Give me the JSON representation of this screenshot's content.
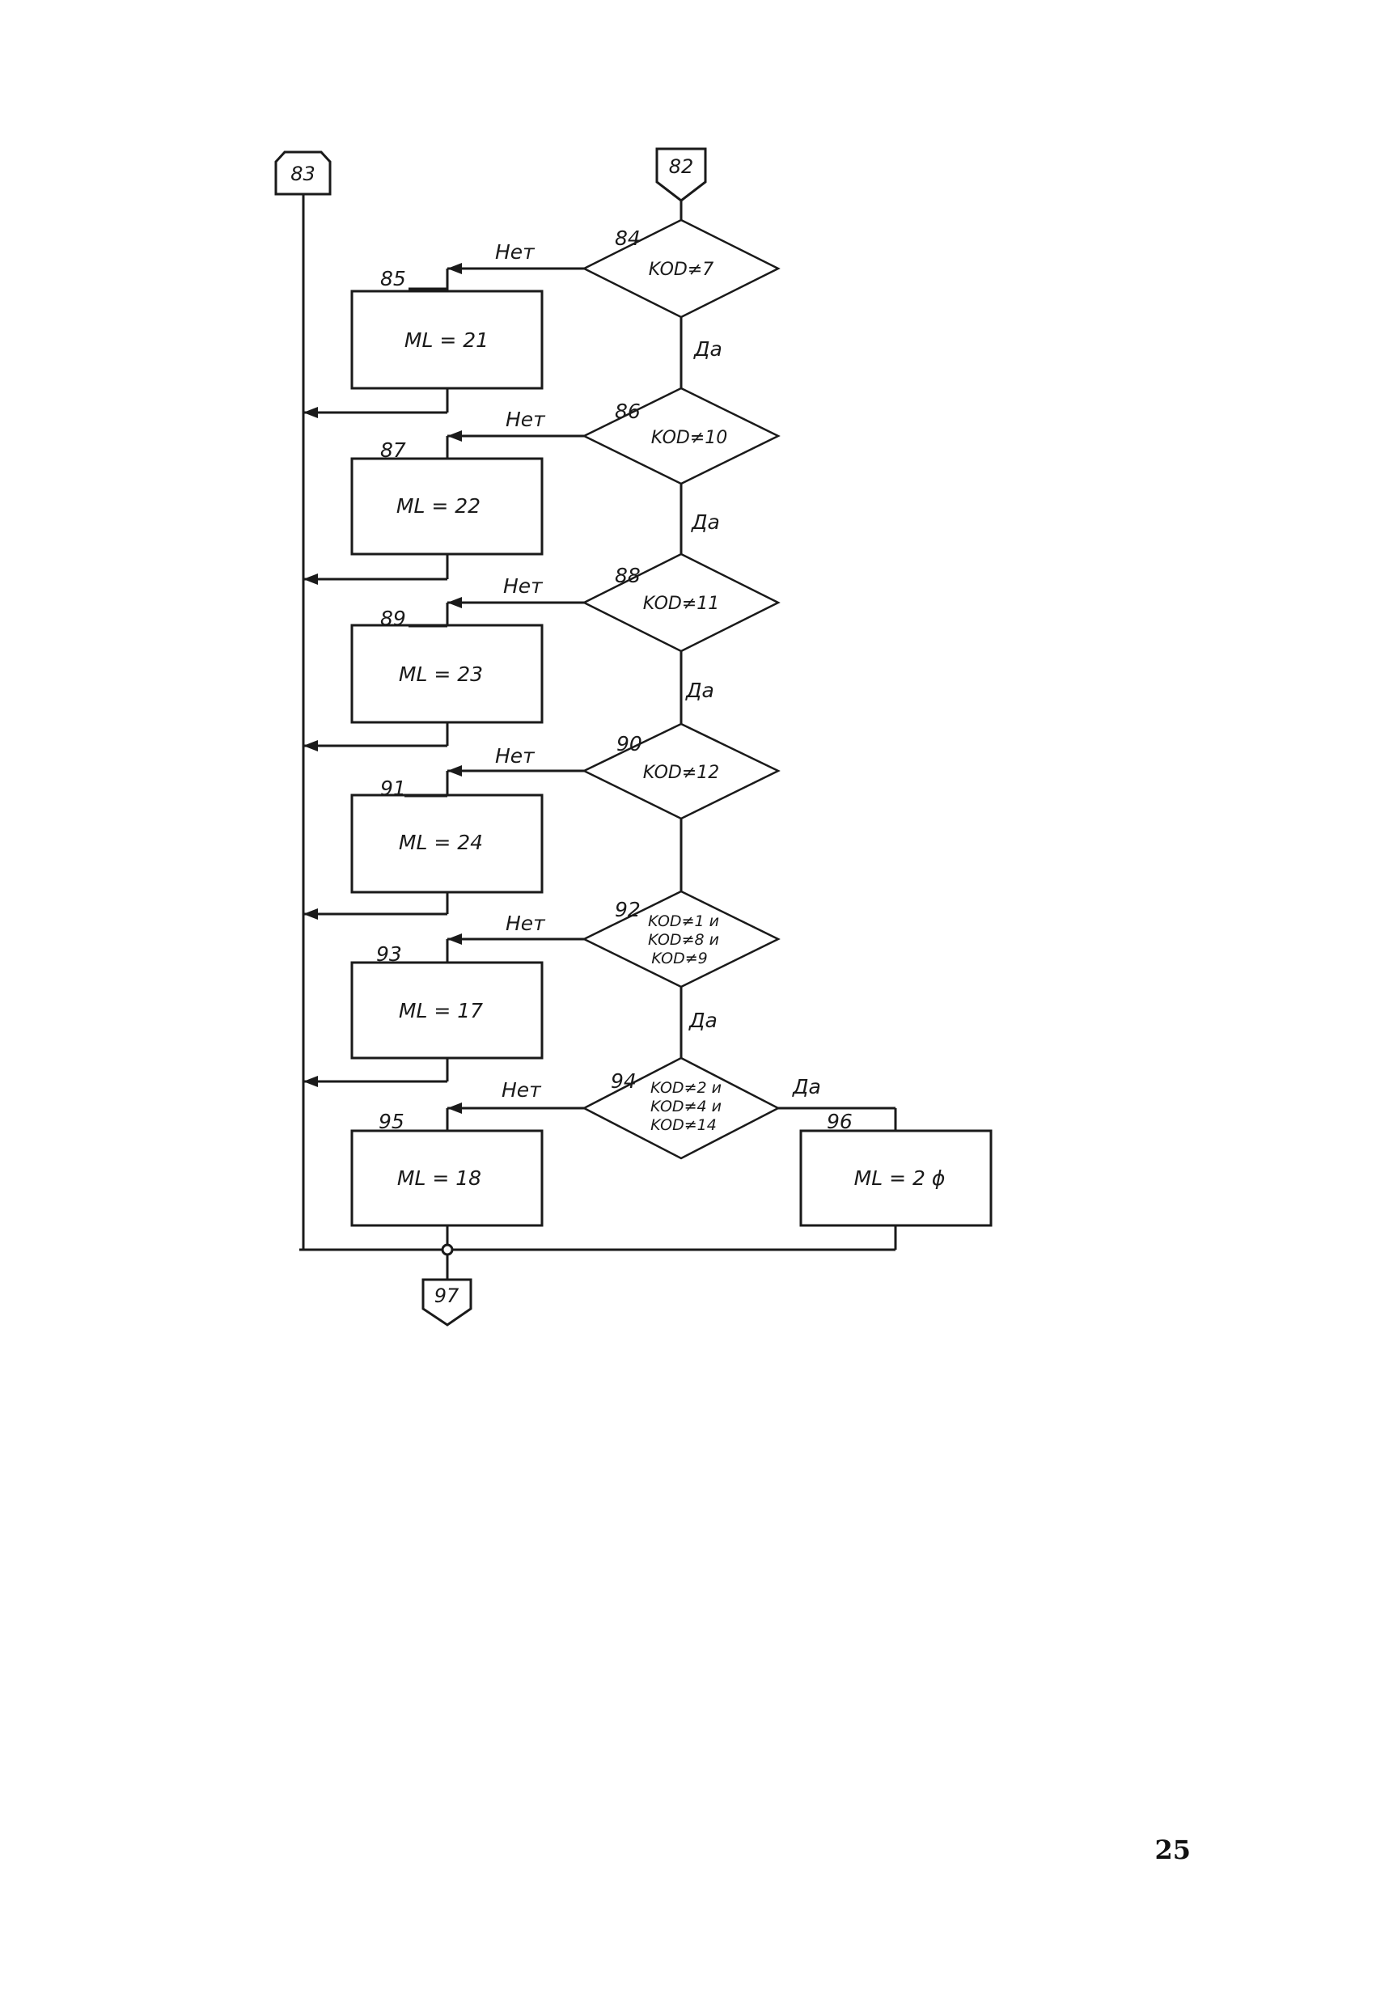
{
  "connectors": {
    "c83": "83",
    "c82": "82",
    "c97": "97"
  },
  "decisions": [
    {
      "num": "84",
      "lines": [
        "KOD≠7"
      ]
    },
    {
      "num": "86",
      "lines": [
        "KOD≠10"
      ]
    },
    {
      "num": "88",
      "lines": [
        "KOD≠11"
      ]
    },
    {
      "num": "90",
      "lines": [
        "KOD≠12"
      ]
    },
    {
      "num": "92",
      "lines": [
        "KOD≠1 и",
        "KOD≠8 и",
        "KOD≠9"
      ]
    },
    {
      "num": "94",
      "lines": [
        "KOD≠2 и",
        "KOD≠4 и",
        "KOD≠14"
      ]
    }
  ],
  "processes": [
    {
      "num": "85",
      "text": "ML = 21"
    },
    {
      "num": "87",
      "text": "ML = 22"
    },
    {
      "num": "89",
      "text": "ML = 23"
    },
    {
      "num": "91",
      "text": "ML = 24"
    },
    {
      "num": "93",
      "text": "ML = 17"
    },
    {
      "num": "95",
      "text": "ML = 18"
    },
    {
      "num": "96",
      "text": "ML = 2 ϕ"
    }
  ],
  "edge_labels": {
    "no": "Нет",
    "yes": "Да"
  },
  "page_number": "25"
}
